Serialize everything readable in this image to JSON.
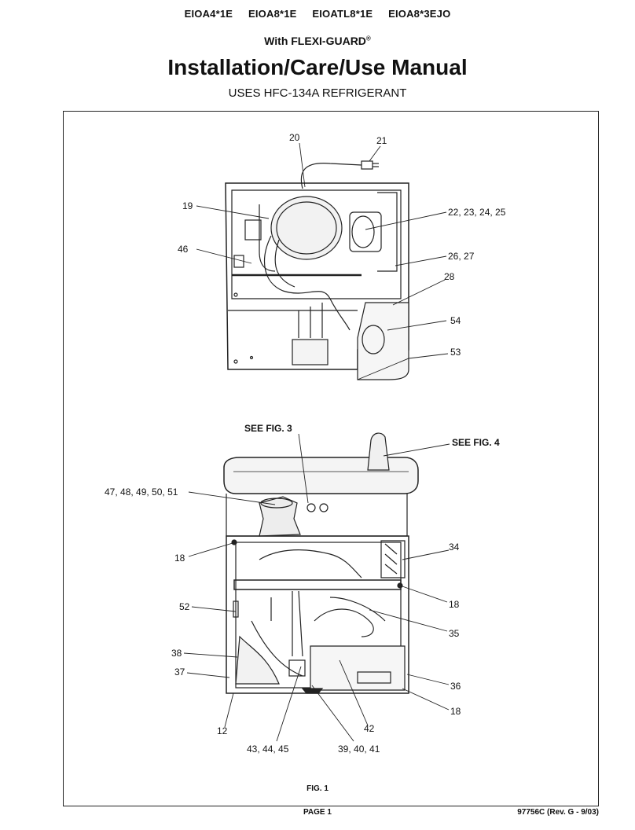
{
  "header": {
    "models": [
      "EIOA4*1E",
      "EIOA8*1E",
      "EIOATL8*1E",
      "EIOA8*3EJO"
    ],
    "with_text": "With FLEXI-GUARD",
    "registered_mark": "®",
    "title": "Installation/Care/Use Manual",
    "refrigerant": "USES HFC-134A REFRIGERANT"
  },
  "figure": {
    "top_callouts": [
      "20",
      "21",
      "19",
      "22, 23, 24, 25",
      "46",
      "26, 27",
      "28",
      "54",
      "53"
    ],
    "bottom_callouts": [
      "SEE FIG. 3",
      "SEE FIG. 4",
      "47, 48, 49, 50, 51",
      "34",
      "18",
      "52",
      "18",
      "35",
      "38",
      "37",
      "36",
      "18",
      "12",
      "42",
      "43, 44, 45",
      "39, 40, 41"
    ],
    "caption": "FIG. 1"
  },
  "footer": {
    "page": "PAGE 1",
    "doc_number": "97756C (Rev. G - 9/03)"
  }
}
